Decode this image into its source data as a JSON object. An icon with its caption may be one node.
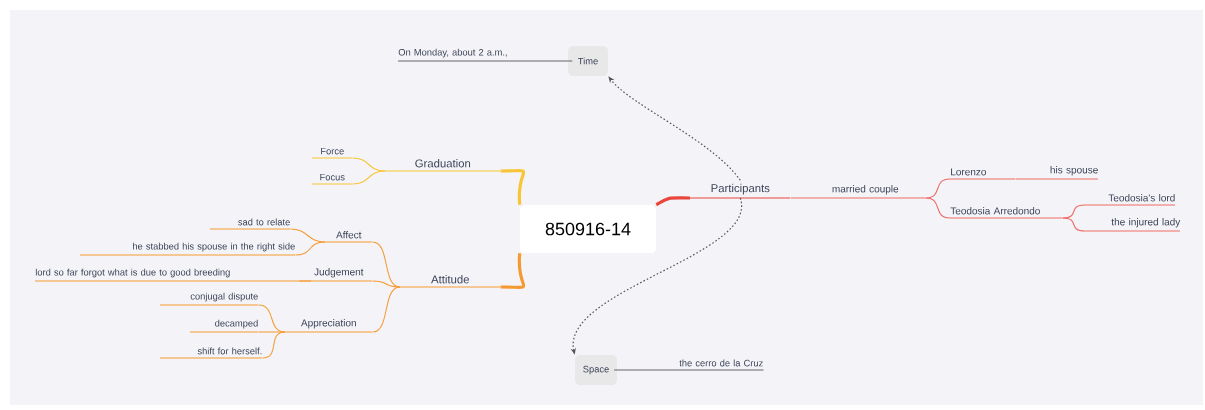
{
  "diagram": {
    "nodes": [
      {
        "text": [
          "850916-14"
        ]
      },
      {
        "text": [
          "Graduation"
        ]
      },
      {
        "text": [
          "Force"
        ]
      },
      {
        "text": [
          "Focus"
        ]
      },
      {
        "text": [
          "Attitude"
        ]
      },
      {
        "text": [
          "Affect"
        ]
      },
      {
        "text": [
          "sad to relate"
        ]
      },
      {
        "text": [
          "he stabbed his spouse in the right side"
        ]
      },
      {
        "text": [
          "Judgement"
        ]
      },
      {
        "text": [
          "lord so far forgot what is due to good breeding"
        ]
      },
      {
        "text": [
          "Appreciation"
        ]
      },
      {
        "text": [
          "conjugal dispute"
        ]
      },
      {
        "text": [
          "decamped"
        ]
      },
      {
        "text": [
          "shift for herself."
        ]
      },
      {
        "text": [
          "Participants"
        ]
      },
      {
        "text": [
          "married couple"
        ]
      },
      {
        "text": [
          "Lorenzo"
        ]
      },
      {
        "text": [
          "his spouse"
        ]
      },
      {
        "text": [
          "Teodosia Arredondo"
        ]
      },
      {
        "text": [
          "Teodosia's lord"
        ]
      },
      {
        "text": [
          "the injured lady"
        ]
      },
      {
        "text": [
          "Time"
        ]
      },
      {
        "text": [
          "On Monday, about 2 a.m.,"
        ]
      },
      {
        "text": [
          "Space"
        ]
      },
      {
        "text": [
          "the cerro de la Cruz"
        ]
      }
    ],
    "edges": [
      {
        "from": 0,
        "to": 1,
        "arrow": "none",
        "style": "thick",
        "color": "#f7c535"
      },
      {
        "from": 1,
        "to": 2,
        "arrow": "none",
        "color": "#f7c535"
      },
      {
        "from": 1,
        "to": 3,
        "arrow": "none",
        "color": "#f7c535"
      },
      {
        "from": 0,
        "to": 4,
        "arrow": "none",
        "style": "thick"
      },
      {
        "from": 4,
        "to": 5,
        "arrow": "none"
      },
      {
        "from": 5,
        "to": 6,
        "arrow": "none"
      },
      {
        "from": 5,
        "to": 7,
        "arrow": "none"
      },
      {
        "from": 4,
        "to": 8,
        "arrow": "none"
      },
      {
        "from": 8,
        "to": 9,
        "arrow": "none"
      },
      {
        "from": 4,
        "to": 10,
        "arrow": "none"
      },
      {
        "from": 10,
        "to": 11,
        "arrow": "none"
      },
      {
        "from": 10,
        "to": 12,
        "arrow": "none"
      },
      {
        "from": 10,
        "to": 13,
        "arrow": "none"
      },
      {
        "from": 0,
        "to": 14,
        "arrow": "none",
        "style": "thick",
        "color": "#e8453c"
      },
      {
        "from": 14,
        "to": 15,
        "arrow": "none",
        "color": "#ee6a64"
      },
      {
        "from": 15,
        "to": 16,
        "arrow": "none",
        "color": "#ee6a64"
      },
      {
        "from": 16,
        "to": 17,
        "arrow": "none",
        "color": "#ee6a64"
      },
      {
        "from": 15,
        "to": 18,
        "arrow": "none",
        "color": "#ee6a64"
      },
      {
        "from": 18,
        "to": 19,
        "arrow": "none",
        "color": "#ee6a64"
      },
      {
        "from": 18,
        "to": 20,
        "arrow": "none",
        "color": "#ee6a64"
      },
      {
        "from": 21,
        "to": 22,
        "arrow": "none",
        "color": "#666666"
      },
      {
        "from": 23,
        "to": 24,
        "arrow": "none",
        "color": "#666666"
      },
      {
        "from": 14,
        "to": 21,
        "arrow": "to",
        "style": "dashed",
        "color": "#555555"
      },
      {
        "from": 14,
        "to": 23,
        "arrow": "to",
        "style": "dashed",
        "color": "#555555"
      }
    ]
  }
}
